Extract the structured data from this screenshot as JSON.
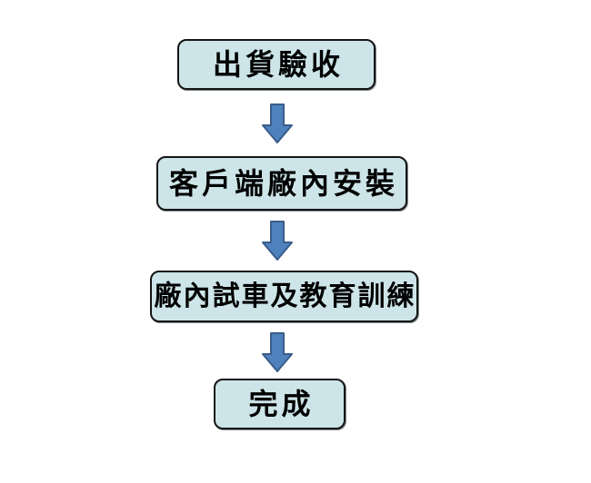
{
  "flowchart": {
    "title": "delivery-and-installation-process",
    "nodes": [
      {
        "id": "step-1",
        "label": "出貨驗收"
      },
      {
        "id": "step-2",
        "label": "客戶端廠內安裝"
      },
      {
        "id": "step-3",
        "label": "廠內試車及教育訓練"
      },
      {
        "id": "step-4",
        "label": "完成"
      }
    ],
    "connectors": [
      {
        "from": "step-1",
        "to": "step-2",
        "type": "down-block-arrow"
      },
      {
        "from": "step-2",
        "to": "step-3",
        "type": "down-block-arrow"
      },
      {
        "from": "step-3",
        "to": "step-4",
        "type": "down-block-arrow"
      }
    ],
    "colors": {
      "background": "#ffffff",
      "node_fill": "#cde5e8",
      "node_border": "#141414",
      "text": "#000000",
      "arrow_fill": "#4f81bd",
      "arrow_stroke": "#385d8a"
    }
  }
}
